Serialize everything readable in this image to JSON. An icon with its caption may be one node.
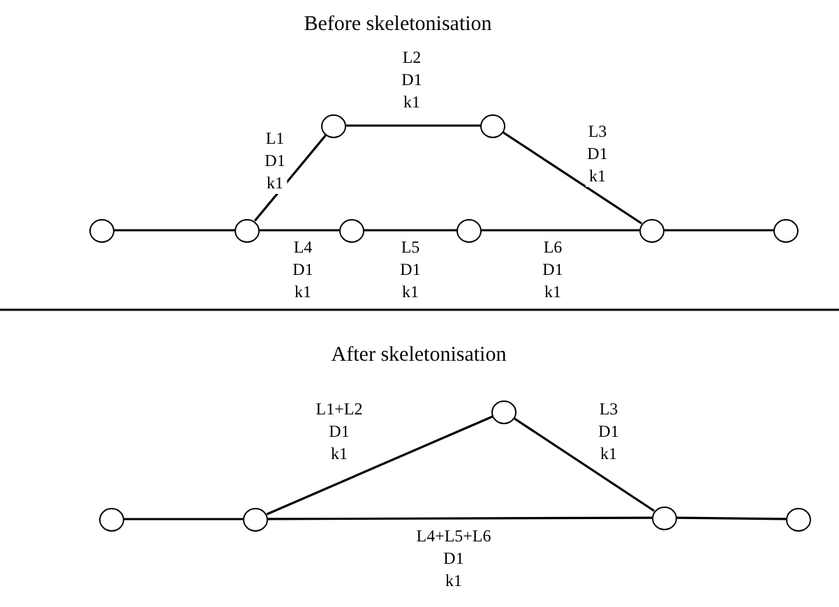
{
  "diagram": {
    "nodes": [
      {
        "text": [],
        "shape": "circle"
      },
      {
        "text": [],
        "shape": "circle"
      },
      {
        "text": [],
        "shape": "circle"
      },
      {
        "text": [],
        "shape": "circle"
      },
      {
        "text": [],
        "shape": "circle"
      },
      {
        "text": [],
        "shape": "circle"
      },
      {
        "text": [],
        "shape": "circle"
      },
      {
        "text": [],
        "shape": "circle"
      },
      {
        "text": [],
        "shape": "circle"
      },
      {
        "text": [],
        "shape": "circle"
      },
      {
        "text": [],
        "shape": "circle"
      },
      {
        "text": [],
        "shape": "circle"
      },
      {
        "text": [],
        "shape": "circle"
      }
    ],
    "edges": [
      {
        "from": 0,
        "to": 1,
        "arrow": "none"
      },
      {
        "from": 1,
        "to": 2,
        "arrow": "none",
        "label": "L1 D1 k1"
      },
      {
        "from": 2,
        "to": 3,
        "arrow": "none",
        "label": "L2 D1 k1"
      },
      {
        "from": 3,
        "to": 6,
        "arrow": "none",
        "label": "L3 D1 k1"
      },
      {
        "from": 1,
        "to": 4,
        "arrow": "none",
        "label": "L4 D1 k1"
      },
      {
        "from": 4,
        "to": 5,
        "arrow": "none",
        "label": "L5 D1 k1"
      },
      {
        "from": 5,
        "to": 6,
        "arrow": "none",
        "label": "L6 D1 k1"
      },
      {
        "from": 6,
        "to": 7,
        "arrow": "none"
      },
      {
        "from": 8,
        "to": 9,
        "arrow": "none"
      },
      {
        "from": 9,
        "to": 10,
        "arrow": "none",
        "label": "L1+L2 D1 k1"
      },
      {
        "from": 10,
        "to": 11,
        "arrow": "none",
        "label": "L3 D1 k1"
      },
      {
        "from": 9,
        "to": 11,
        "arrow": "none",
        "label": "L4+L5+L6 D1 k1"
      },
      {
        "from": 11,
        "to": 12,
        "arrow": "none"
      }
    ],
    "labels": [
      "Before skeletonisation",
      "After skeletonisation"
    ]
  }
}
